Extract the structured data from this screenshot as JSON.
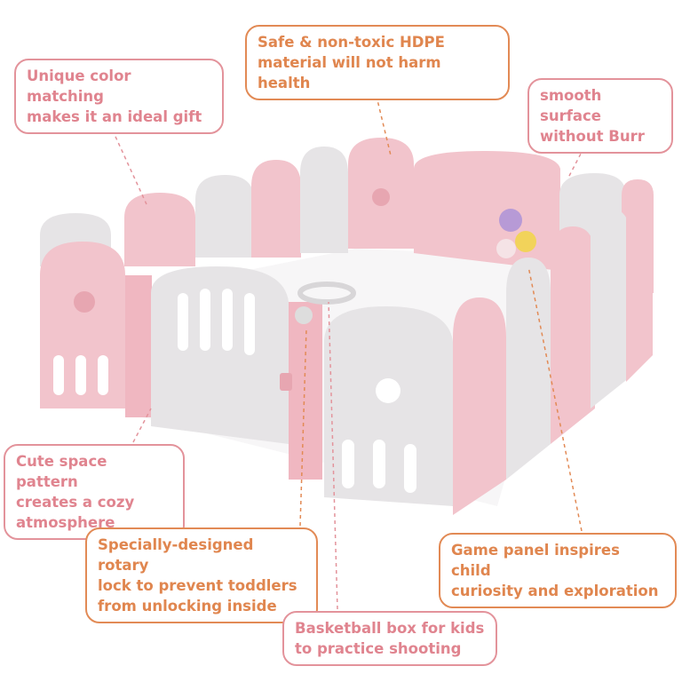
{
  "callouts": {
    "color": "Unique color matching\nmakes it an ideal gift",
    "material": "Safe & non-toxic HDPE\nmaterial will not harm health",
    "surface": "smooth surface\nwithout Burr",
    "pattern": "Cute space pattern\ncreates a cozy\natmosphere",
    "lock": "Specially-designed rotary\nlock to prevent toddlers\nfrom unlocking inside",
    "game": "Game panel inspires child\ncuriosity and exploration",
    "basketball": "Basketball box for kids\nto practice shooting"
  },
  "colors": {
    "pink_panel": "#f2c4cc",
    "grey_panel": "#e6e4e6",
    "pink_text": "#e0848f",
    "orange_text": "#e0864f"
  }
}
